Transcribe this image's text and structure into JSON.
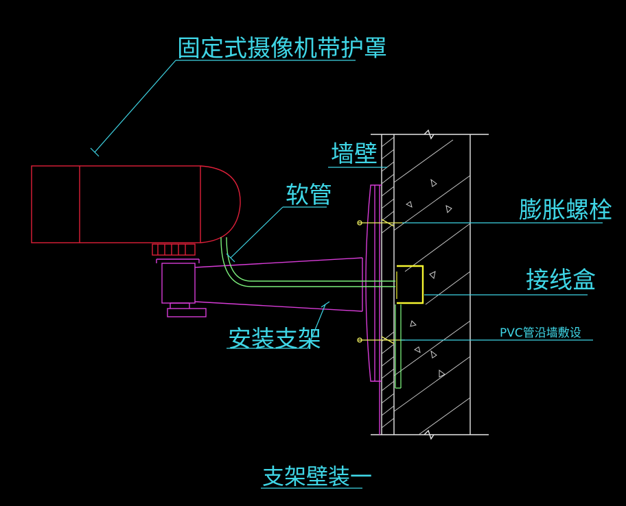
{
  "labels": {
    "camera": "固定式摄像机带护罩",
    "wall": "墙壁",
    "hose": "软管",
    "expansion_bolt": "膨胀螺栓",
    "junction_box": "接线盒",
    "pvc_pipe": "PVC管沿墙敷设",
    "bracket": "安装支架",
    "title": "支架壁装一"
  },
  "colors": {
    "background": "#000000",
    "label_cyan": "#3fd6e6",
    "camera_red": "#e0203a",
    "bracket_magenta": "#d83cd8",
    "hose_green": "#7cf07c",
    "junction_yellow": "#f5f531",
    "wall_white": "#e8e8e8"
  }
}
